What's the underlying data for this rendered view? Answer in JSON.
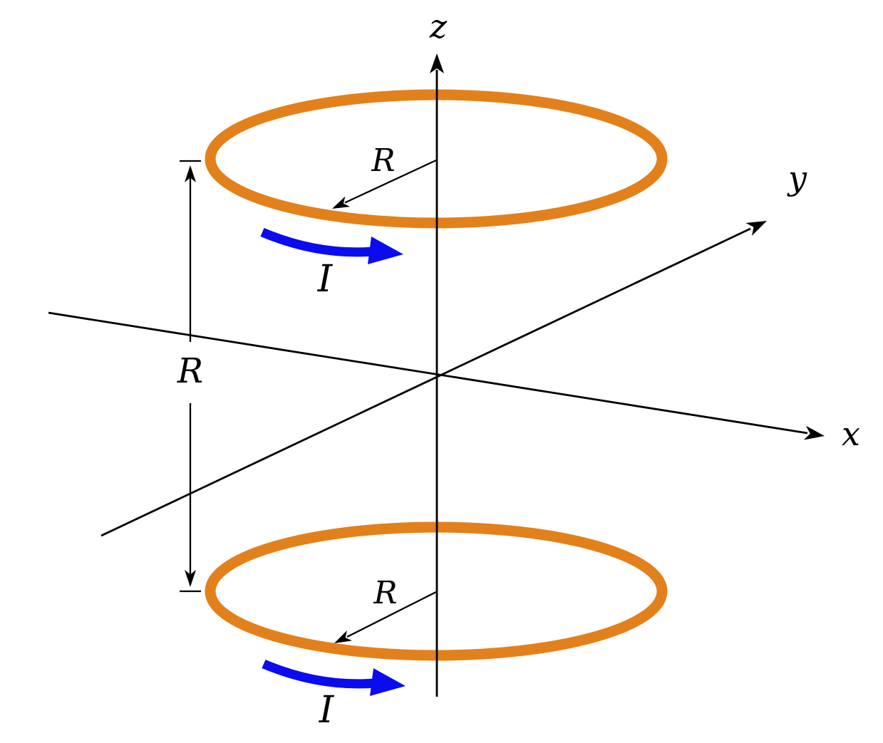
{
  "diagram": {
    "axes": {
      "x_label": "x",
      "y_label": "y",
      "z_label": "z"
    },
    "coils": {
      "top_radius_label": "R",
      "bottom_radius_label": "R",
      "separation_label": "R",
      "top_current_label": "I",
      "bottom_current_label": "I"
    },
    "colors": {
      "coil": "#E2811C",
      "current": "#0B0BEF",
      "line": "#000000",
      "background": "#FFFFFF"
    }
  }
}
